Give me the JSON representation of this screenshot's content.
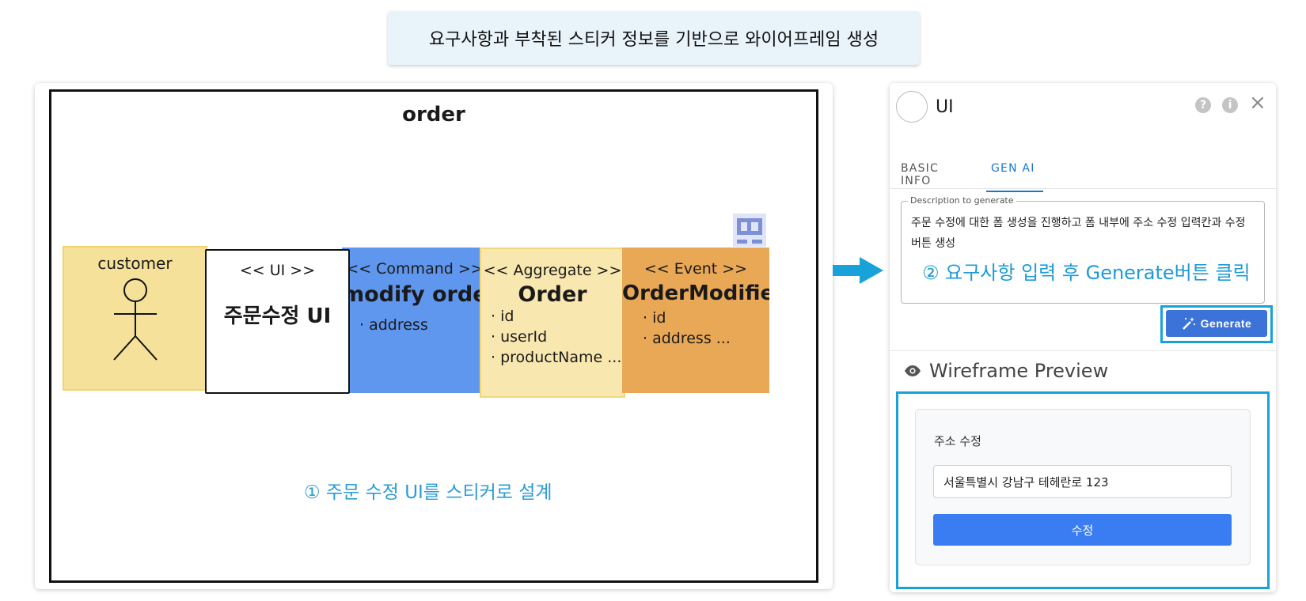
{
  "banner": {
    "text": "요구사항과 부착된 스티커 정보를 기반으로 와이어프레임 생성"
  },
  "canvas": {
    "frame_title": "order",
    "note": "① 주문 수정 UI를 스티커로 설계",
    "stickers": {
      "actor": {
        "label": "customer"
      },
      "ui": {
        "stereotype": "<< UI >>",
        "name": "주문수정 UI"
      },
      "command": {
        "stereotype": "<< Command >>",
        "name": "modify order",
        "attributes": [
          "·  address"
        ]
      },
      "aggregate": {
        "stereotype": "<< Aggregate >>",
        "name": "Order",
        "attributes": [
          "·  id",
          "·  userId",
          "·  productName ..."
        ]
      },
      "event": {
        "stereotype": "<< Event >>",
        "name": "OrderModified",
        "attributes": [
          "·  id",
          "·  address ..."
        ]
      }
    }
  },
  "panel": {
    "title": "UI",
    "tabs": [
      {
        "label": "BASIC INFO",
        "active": false
      },
      {
        "label": "GEN AI",
        "active": true
      }
    ],
    "description": {
      "label": "Description to generate",
      "value": "주문 수정에 대한 폼 생성을 진행하고 폼 내부에 주소 수정 입력칸과 수정 버튼 생성",
      "note": "② 요구사항 입력 후 Generate버튼 클릭"
    },
    "generate_label": "Generate",
    "preview": {
      "title": "Wireframe Preview",
      "field_label": "주소 수정",
      "input_value": "서울특별시 강남구 테헤란로 123",
      "submit_label": "수정"
    }
  },
  "colors": {
    "accent_cyan": "#19a1da",
    "command_blue": "#5f97ee",
    "event_orange": "#e8a856",
    "aggregate_yellow": "#f9e7b0",
    "actor_yellow": "#f5e19a",
    "tab_blue": "#1976d2"
  },
  "icons": {
    "help": "question-circle-icon",
    "info": "info-circle-icon",
    "close": "close-icon",
    "generate": "magic-wand-icon",
    "preview": "eye-icon",
    "actor": "stick-figure-icon",
    "sticker_toolbar": "grid-icon"
  }
}
